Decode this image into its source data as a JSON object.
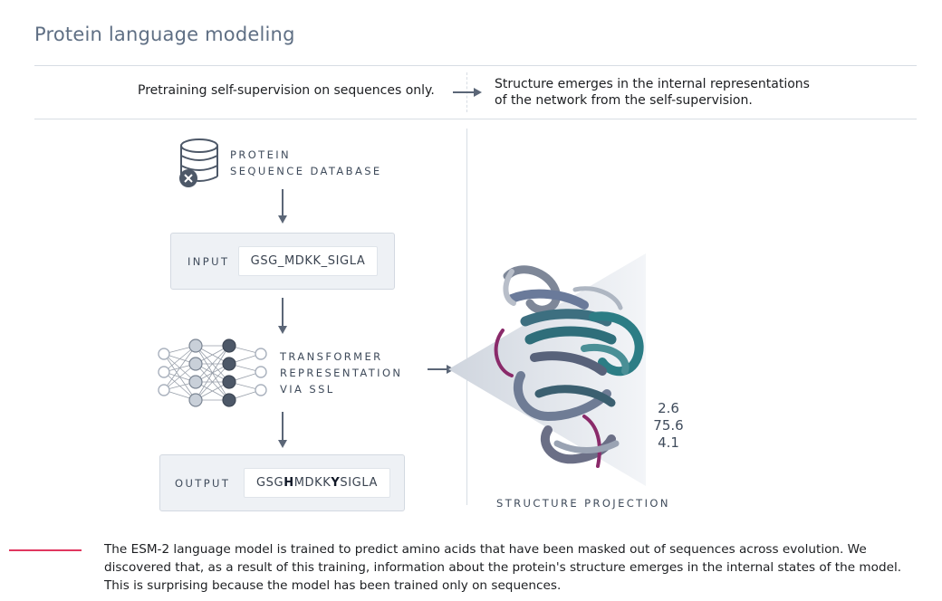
{
  "header": {
    "title": "Protein language modeling",
    "left_statement": "Pretraining self-supervision on sequences only.",
    "right_statement_line1": "Structure emerges in the internal representations",
    "right_statement_line2": "of the network from the self-supervision."
  },
  "pipeline": {
    "database_line1": "PROTEIN",
    "database_line2": "SEQUENCE DATABASE",
    "input_label": "INPUT",
    "input_sequence": "GSG_MDKK_SIGLA",
    "transformer_line1": "TRANSFORMER",
    "transformer_line2": "REPRESENTATION",
    "transformer_line3": "VIA SSL",
    "output_label": "OUTPUT",
    "output_seq_part1": "GSG",
    "output_seq_bold1": "H",
    "output_seq_part2": "MDKK",
    "output_seq_bold2": "Y",
    "output_seq_part3": "SIGLA"
  },
  "structure": {
    "metric1": "2.6",
    "metric2": "75.6",
    "metric3": "4.1",
    "projection_label": "STRUCTURE PROJECTION"
  },
  "caption": {
    "line1": "The ESM-2 language model is trained to predict amino acids that have been masked out of sequences across evolution. We",
    "line2": "discovered that, as a result of this training, information about the protein's structure emerges in the internal states of the model.",
    "line3": "This is surprising because the model has been trained only on sequences."
  },
  "colors": {
    "accent_line": "#e0375f",
    "title": "#5f6f84",
    "protein_teal": "#2c6e7c",
    "protein_purple": "#8a2a6a",
    "protein_slate": "#5b6478"
  }
}
